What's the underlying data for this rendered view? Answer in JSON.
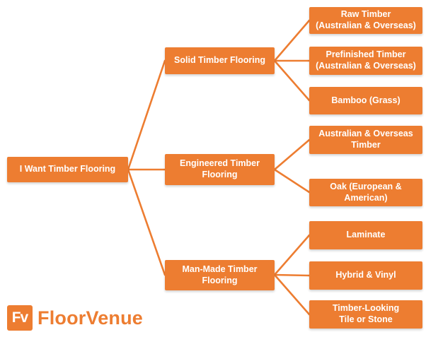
{
  "colors": {
    "accent": "#ED7D31",
    "box_text": "#FFFFFF",
    "background": "#FFFFFF"
  },
  "root": {
    "label": "I Want Timber Flooring",
    "lines": [
      "I Want Timber Flooring"
    ]
  },
  "level2": [
    {
      "label": "Solid Timber Flooring",
      "lines": [
        "Solid Timber Flooring"
      ],
      "children": [
        "Raw Timber (Australian & Overseas)",
        "Prefinished Timber (Australian & Overseas)",
        "Bamboo (Grass)"
      ]
    },
    {
      "label": "Engineered Timber Flooring",
      "lines": [
        "Engineered Timber",
        "Flooring"
      ],
      "children": [
        "Australian & Overseas Timber",
        "Oak (European & American)"
      ]
    },
    {
      "label": "Man-Made Timber Flooring",
      "lines": [
        "Man-Made Timber",
        "Flooring"
      ],
      "children": [
        "Laminate",
        "Hybrid & Vinyl",
        "Timber-Looking Tile or Stone"
      ]
    }
  ],
  "level3": [
    {
      "label": "Raw Timber (Australian & Overseas)",
      "lines": [
        "Raw Timber",
        "(Australian & Overseas)"
      ]
    },
    {
      "label": "Prefinished Timber (Australian & Overseas)",
      "lines": [
        "Prefinished Timber",
        "(Australian & Overseas)"
      ]
    },
    {
      "label": "Bamboo (Grass)",
      "lines": [
        "Bamboo (Grass)"
      ]
    },
    {
      "label": "Australian & Overseas Timber",
      "lines": [
        "Australian & Overseas",
        "Timber"
      ]
    },
    {
      "label": "Oak (European & American)",
      "lines": [
        "Oak (European &",
        "American)"
      ]
    },
    {
      "label": "Laminate",
      "lines": [
        "Laminate"
      ]
    },
    {
      "label": "Hybrid & Vinyl",
      "lines": [
        "Hybrid & Vinyl"
      ]
    },
    {
      "label": "Timber-Looking Tile or Stone",
      "lines": [
        "Timber-Looking",
        "Tile or Stone"
      ]
    }
  ],
  "logo": {
    "mark": "Fv",
    "name": "FloorVenue"
  }
}
